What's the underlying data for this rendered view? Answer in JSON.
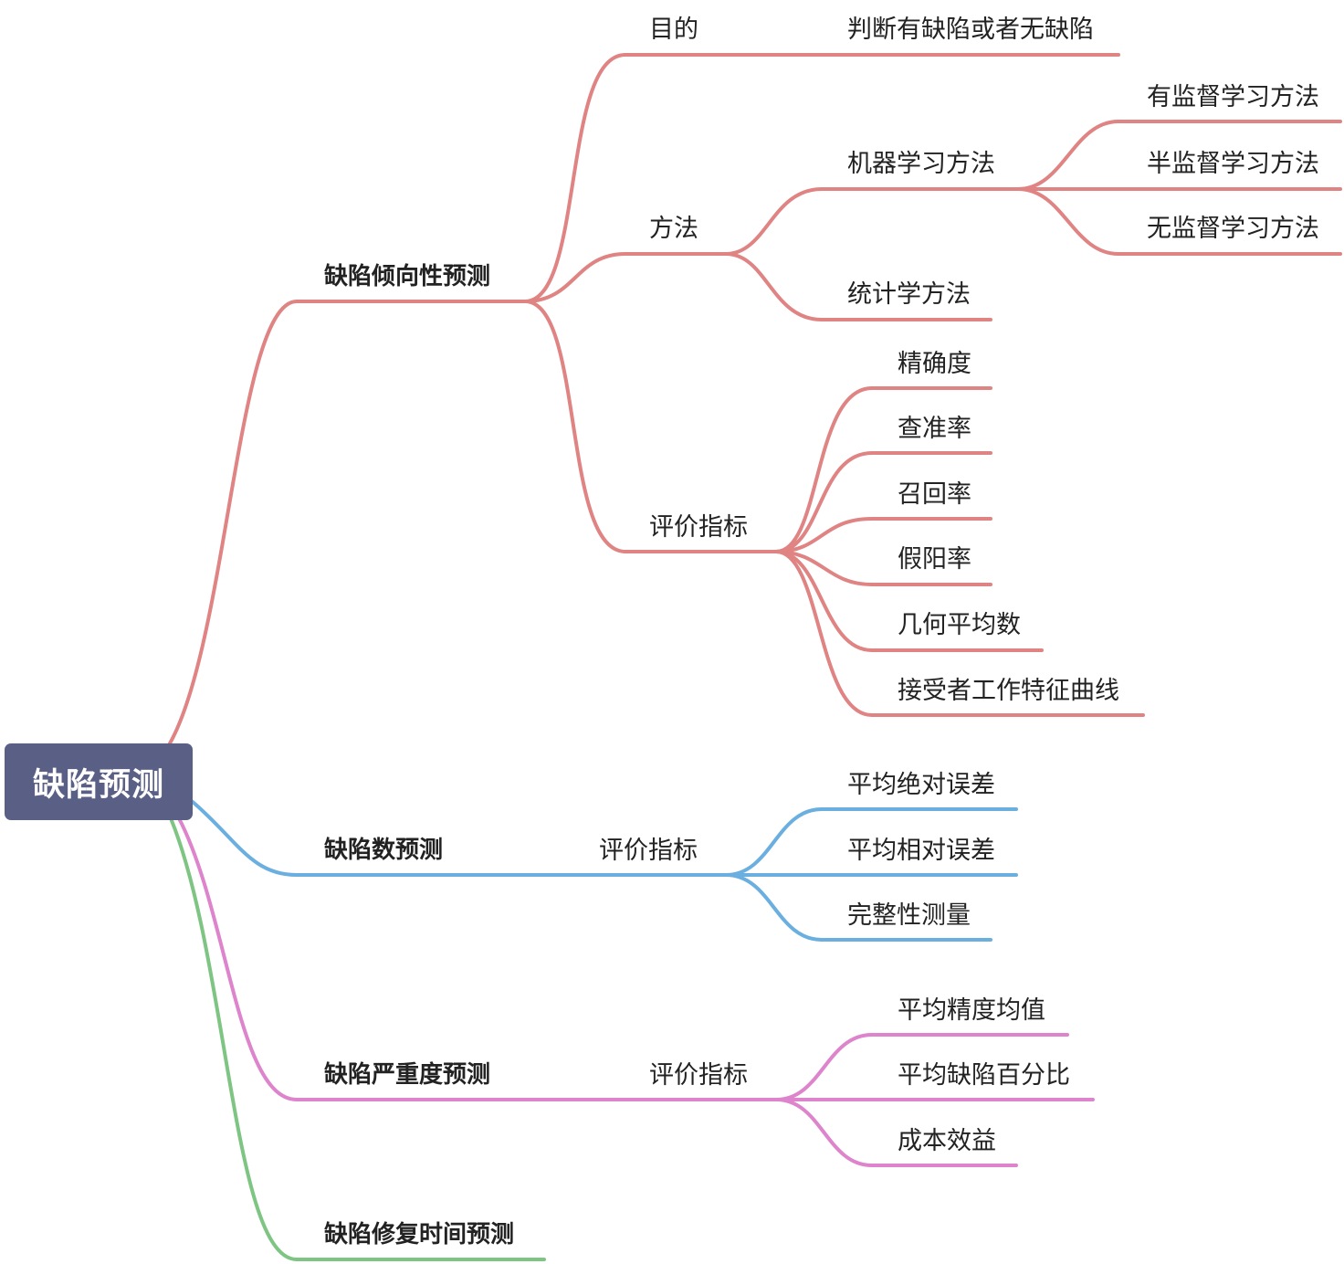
{
  "root": {
    "label": "缺陷预测"
  },
  "colors": {
    "root_fill": "#5a5f86",
    "branch_propensity": "#e08383",
    "branch_count": "#6aafe0",
    "branch_severity": "#dd84cc",
    "branch_repair": "#7ec583"
  },
  "branches": [
    {
      "label": "缺陷倾向性预测",
      "color": "#e08383",
      "children": [
        {
          "label": "目的",
          "children": [
            {
              "label": "判断有缺陷或者无缺陷"
            }
          ]
        },
        {
          "label": "方法",
          "children": [
            {
              "label": "机器学习方法",
              "children": [
                {
                  "label": "有监督学习方法"
                },
                {
                  "label": "半监督学习方法"
                },
                {
                  "label": "无监督学习方法"
                }
              ]
            },
            {
              "label": "统计学方法"
            }
          ]
        },
        {
          "label": "评价指标",
          "children": [
            {
              "label": "精确度"
            },
            {
              "label": "查准率"
            },
            {
              "label": "召回率"
            },
            {
              "label": "假阳率"
            },
            {
              "label": "几何平均数"
            },
            {
              "label": "接受者工作特征曲线"
            }
          ]
        }
      ]
    },
    {
      "label": "缺陷数预测",
      "color": "#6aafe0",
      "children": [
        {
          "label": "评价指标",
          "children": [
            {
              "label": "平均绝对误差"
            },
            {
              "label": "平均相对误差"
            },
            {
              "label": "完整性测量"
            }
          ]
        }
      ]
    },
    {
      "label": "缺陷严重度预测",
      "color": "#dd84cc",
      "children": [
        {
          "label": "评价指标",
          "children": [
            {
              "label": "平均精度均值"
            },
            {
              "label": "平均缺陷百分比"
            },
            {
              "label": "成本效益"
            }
          ]
        }
      ]
    },
    {
      "label": "缺陷修复时间预测",
      "color": "#7ec583",
      "children": []
    }
  ]
}
